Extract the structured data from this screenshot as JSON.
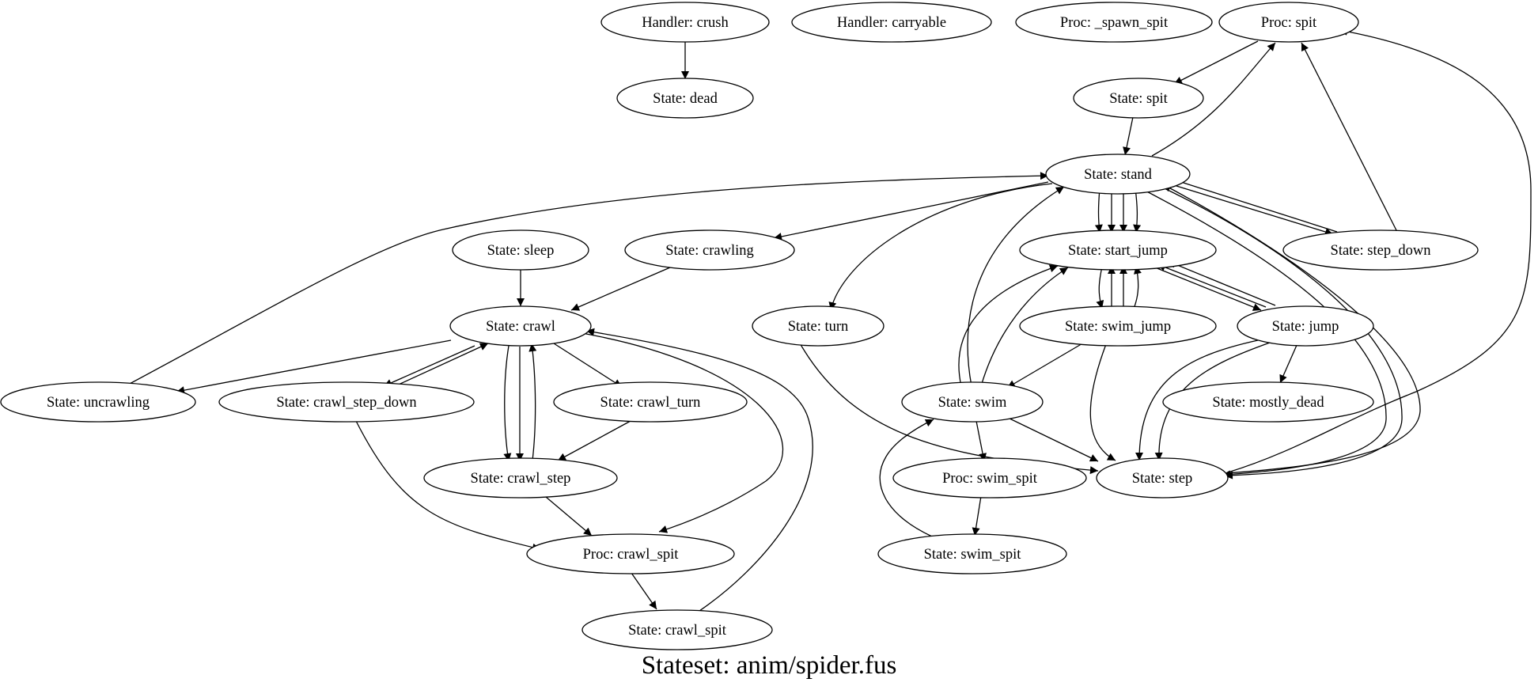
{
  "title": "Stateset: anim/spider.fus",
  "nodes": {
    "handler_crush": "Handler: crush",
    "handler_carryable": "Handler: carryable",
    "proc_spawn_spit": "Proc: _spawn_spit",
    "proc_spit": "Proc: spit",
    "state_dead": "State: dead",
    "state_spit": "State: spit",
    "state_stand": "State: stand",
    "state_sleep": "State: sleep",
    "state_crawling": "State: crawling",
    "state_start_jump": "State: start_jump",
    "state_step_down": "State: step_down",
    "state_crawl": "State: crawl",
    "state_turn": "State: turn",
    "state_swim_jump": "State: swim_jump",
    "state_jump": "State: jump",
    "state_uncrawling": "State: uncrawling",
    "state_crawl_step_down": "State: crawl_step_down",
    "state_crawl_turn": "State: crawl_turn",
    "state_swim": "State: swim",
    "state_mostly_dead": "State: mostly_dead",
    "state_crawl_step": "State: crawl_step",
    "proc_swim_spit": "Proc: swim_spit",
    "state_step": "State: step",
    "proc_crawl_spit": "Proc: crawl_spit",
    "state_swim_spit": "State: swim_spit",
    "state_crawl_spit": "State: crawl_spit"
  },
  "edges": [
    [
      "handler_crush",
      "state_dead"
    ],
    [
      "proc_spit",
      "state_spit"
    ],
    [
      "state_spit",
      "state_stand"
    ],
    [
      "state_stand",
      "proc_spit"
    ],
    [
      "state_step_down",
      "proc_spit"
    ],
    [
      "state_step",
      "proc_spit"
    ],
    [
      "state_stand",
      "state_crawling"
    ],
    [
      "state_stand",
      "state_turn"
    ],
    [
      "state_stand",
      "state_start_jump"
    ],
    [
      "state_stand",
      "state_start_jump"
    ],
    [
      "state_stand",
      "state_start_jump"
    ],
    [
      "state_stand",
      "state_start_jump"
    ],
    [
      "state_stand",
      "state_step_down"
    ],
    [
      "state_step_down",
      "state_stand"
    ],
    [
      "state_stand",
      "state_step"
    ],
    [
      "state_stand",
      "state_step"
    ],
    [
      "state_step",
      "state_stand"
    ],
    [
      "state_uncrawling",
      "state_stand"
    ],
    [
      "state_swim",
      "state_stand"
    ],
    [
      "state_sleep",
      "state_crawl"
    ],
    [
      "state_crawling",
      "state_crawl"
    ],
    [
      "state_crawl",
      "state_uncrawling"
    ],
    [
      "state_crawl",
      "state_crawl_step_down"
    ],
    [
      "state_crawl_step_down",
      "state_crawl"
    ],
    [
      "state_crawl",
      "state_crawl_turn"
    ],
    [
      "state_crawl",
      "state_crawl_step"
    ],
    [
      "state_crawl",
      "state_crawl_step"
    ],
    [
      "state_crawl_step",
      "state_crawl"
    ],
    [
      "state_crawl",
      "proc_crawl_spit"
    ],
    [
      "state_crawl_spit",
      "state_crawl"
    ],
    [
      "state_crawl_turn",
      "state_crawl_step"
    ],
    [
      "state_crawl_step",
      "proc_crawl_spit"
    ],
    [
      "state_crawl_step_down",
      "proc_crawl_spit"
    ],
    [
      "proc_crawl_spit",
      "state_crawl_spit"
    ],
    [
      "state_start_jump",
      "state_swim_jump"
    ],
    [
      "state_swim_jump",
      "state_start_jump"
    ],
    [
      "state_swim_jump",
      "state_start_jump"
    ],
    [
      "state_start_jump",
      "state_jump"
    ],
    [
      "state_jump",
      "state_start_jump"
    ],
    [
      "state_jump",
      "state_start_jump"
    ],
    [
      "state_swim",
      "state_start_jump"
    ],
    [
      "state_swim",
      "state_start_jump"
    ],
    [
      "state_swim_jump",
      "state_swim"
    ],
    [
      "state_swim_jump",
      "state_step"
    ],
    [
      "state_jump",
      "state_step"
    ],
    [
      "state_jump",
      "state_step"
    ],
    [
      "state_jump",
      "state_mostly_dead"
    ],
    [
      "state_turn",
      "state_step"
    ],
    [
      "state_swim",
      "state_step"
    ],
    [
      "state_swim",
      "proc_swim_spit"
    ],
    [
      "proc_swim_spit",
      "state_swim_spit"
    ],
    [
      "state_swim_spit",
      "state_swim"
    ]
  ]
}
